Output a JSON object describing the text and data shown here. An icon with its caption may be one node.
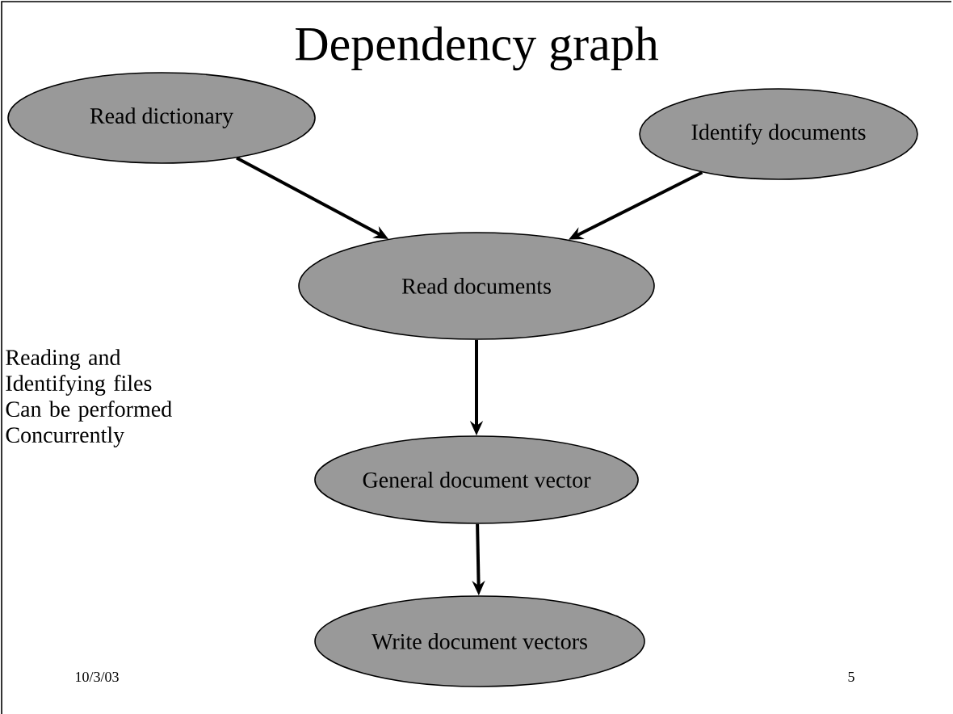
{
  "diagram": {
    "title": "Dependency graph",
    "nodes": [
      {
        "text": [
          "Read dictionary"
        ]
      },
      {
        "text": [
          "Identify documents"
        ]
      },
      {
        "text": [
          "Read documents"
        ]
      },
      {
        "text": [
          "General document vector"
        ]
      },
      {
        "text": [
          "Write document vectors"
        ]
      }
    ],
    "edges": [
      {
        "from": 0,
        "to": 2,
        "arrow": "to"
      },
      {
        "from": 1,
        "to": 2,
        "arrow": "to"
      },
      {
        "from": 2,
        "to": 3,
        "arrow": "to"
      },
      {
        "from": 3,
        "to": 4,
        "arrow": "to"
      }
    ],
    "labels": [
      "Reading and Identifying files Can be performed Concurrently",
      "10/3/03",
      "5"
    ]
  }
}
